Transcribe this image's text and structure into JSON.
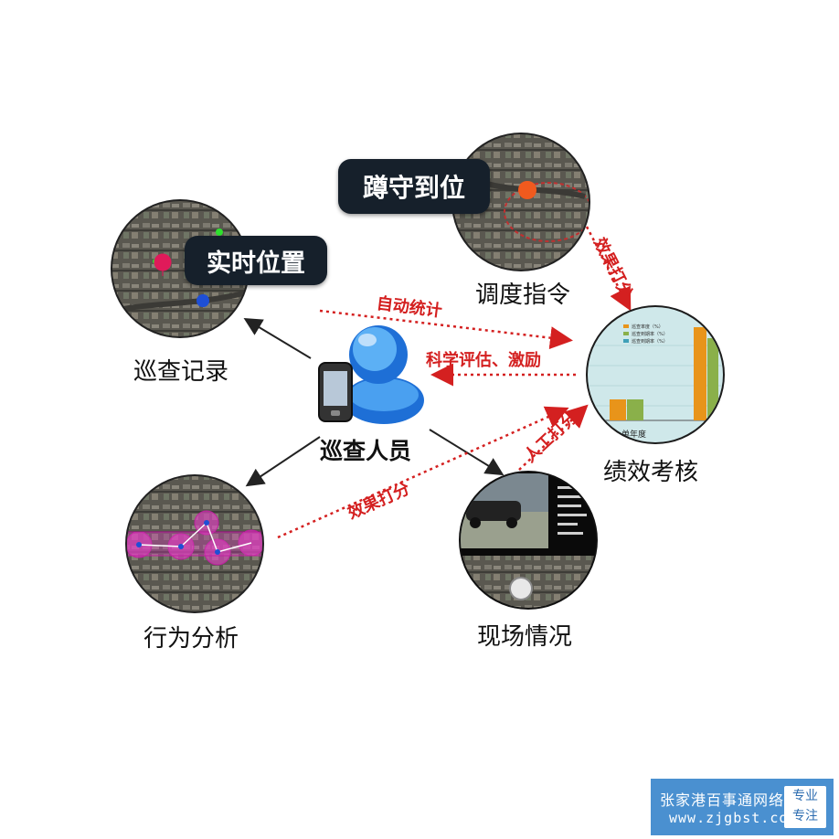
{
  "center": {
    "label": "巡查人员"
  },
  "nodes": {
    "record": {
      "label": "巡查记录",
      "bubble": "实时位置"
    },
    "dispatch": {
      "label": "调度指令",
      "bubble": "蹲守到位"
    },
    "performance": {
      "label": "绩效考核",
      "chart_caption": "单年度",
      "legend": [
        "巡查率度（%）",
        "巡查到期率（%）",
        "巡查到期率（%）"
      ]
    },
    "behavior": {
      "label": "行为分析"
    },
    "scene": {
      "label": "现场情况"
    }
  },
  "arrows": {
    "auto_stats": "自动统计",
    "evaluate": "科学评估、激励",
    "effect_score_top": "效果打分",
    "manual_score": "人工打分",
    "effect_score_bottom": "效果打分"
  },
  "colors": {
    "arrow_red": "#d42020",
    "bubble_bg": "#16202b",
    "footer_bg": "#4a90d0",
    "person_blue": "#1e6fd6",
    "bar_orange": "#e8941a",
    "bar_green": "#8ab04a"
  },
  "footer": {
    "name": "张家港百事通网络",
    "url": "www.zjgbst.com",
    "badge_line1": "专业",
    "badge_line2": "专注"
  }
}
